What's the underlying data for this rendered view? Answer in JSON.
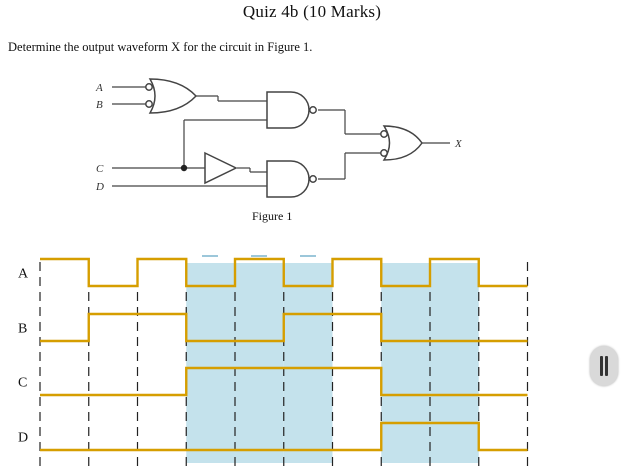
{
  "header": {
    "title": "Quiz 4b (10 Marks)",
    "instruction": "Determine the output waveform X for the circuit in Figure 1."
  },
  "circuit": {
    "inputs": [
      "A",
      "B",
      "C",
      "D"
    ],
    "output": "X",
    "caption": "Figure 1",
    "gates": [
      "NAND",
      "NAND",
      "BUFFER",
      "NAND",
      "NAND"
    ]
  },
  "timing": {
    "signals": [
      {
        "name": "A",
        "levels": [
          1,
          0,
          1,
          0,
          1,
          0,
          1,
          0,
          1,
          0
        ]
      },
      {
        "name": "B",
        "levels": [
          0,
          1,
          1,
          0,
          0,
          1,
          1,
          0,
          0,
          0
        ]
      },
      {
        "name": "C",
        "levels": [
          0,
          0,
          0,
          1,
          1,
          1,
          1,
          0,
          0,
          0
        ]
      },
      {
        "name": "D",
        "levels": [
          0,
          0,
          0,
          0,
          0,
          0,
          0,
          1,
          1,
          0
        ]
      }
    ],
    "highlighted_intervals": [
      3,
      4,
      5,
      7,
      8
    ]
  },
  "colors": {
    "waveform": "#d69e00",
    "highlight": "#c4e2ec",
    "wire": "#444444",
    "text": "#111111"
  },
  "icons": {
    "scroll_handle": "pause-bars-icon"
  }
}
